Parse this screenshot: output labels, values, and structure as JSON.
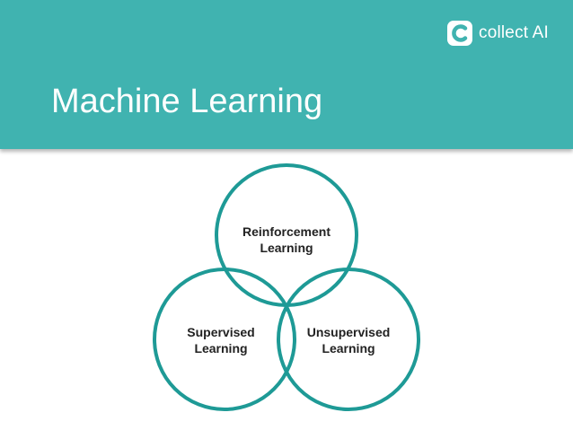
{
  "header": {
    "logo_text": "collect AI",
    "logo_icon": "collectai-logo-icon",
    "title": "Machine Learning",
    "background_color": "#40b3b0"
  },
  "venn": {
    "stroke_color": "#1e9a96",
    "circles": [
      {
        "line1": "Reinforcement",
        "line2": "Learning"
      },
      {
        "line1": "Supervised",
        "line2": "Learning"
      },
      {
        "line1": "Unsupervised",
        "line2": "Learning"
      }
    ]
  }
}
